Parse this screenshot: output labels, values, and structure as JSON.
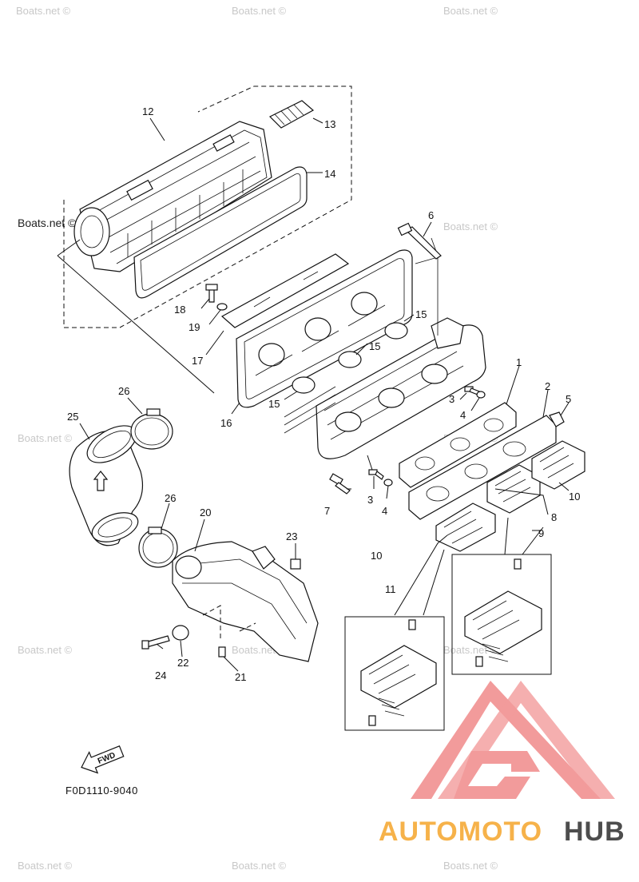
{
  "diagram": {
    "watermark": "Boats.net ©",
    "drawing_code": "F0D1110-9040",
    "fwd_label": "FWD",
    "brand": {
      "part1": "AUTOMOTO",
      "part2": "HUB",
      "color_orange": "#f6b24a",
      "color_gray": "#4d4d4d",
      "color_logo": "#f08a8a"
    },
    "labels": {
      "p1": "1",
      "p2": "2",
      "p3a": "3",
      "p3b": "3",
      "p4a": "4",
      "p4b": "4",
      "p5": "5",
      "p6": "6",
      "p7": "7",
      "p8": "8",
      "p9": "9",
      "p10a": "10",
      "p10b": "10",
      "p11": "11",
      "p12": "12",
      "p13": "13",
      "p14": "14",
      "p15a": "15",
      "p15b": "15",
      "p15c": "15",
      "p16": "16",
      "p17": "17",
      "p18": "18",
      "p19": "19",
      "p20": "20",
      "p21": "21",
      "p22": "22",
      "p23": "23",
      "p24": "24",
      "p25": "25",
      "p26a": "26",
      "p26b": "26"
    }
  }
}
